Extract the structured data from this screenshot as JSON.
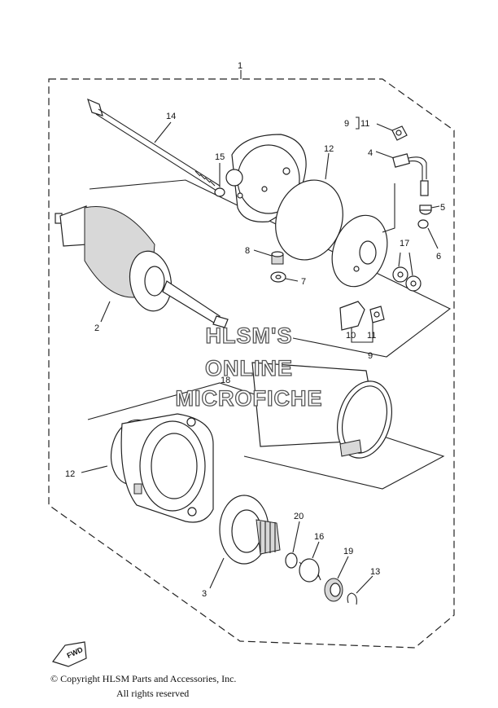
{
  "callouts": {
    "c1": "1",
    "c14": "14",
    "c15": "15",
    "c12a": "12",
    "c9a": "9",
    "c11a": "11",
    "c4": "4",
    "c5": "5",
    "c6": "6",
    "c17": "17",
    "c8": "8",
    "c7": "7",
    "c2": "2",
    "c10": "10",
    "c11b": "11",
    "c9b": "9",
    "c18": "18",
    "c12b": "12",
    "c20": "20",
    "c16": "16",
    "c19": "19",
    "c13": "13",
    "c3": "3"
  },
  "watermark": {
    "line1": "HLSM'S",
    "line2": "ONLINE",
    "line3": "MICROFICHE"
  },
  "fwd_label": "FWD",
  "footer": {
    "copyright": "© Copyright HLSM Parts and Accessories, Inc.",
    "rights": "All rights reserved"
  }
}
